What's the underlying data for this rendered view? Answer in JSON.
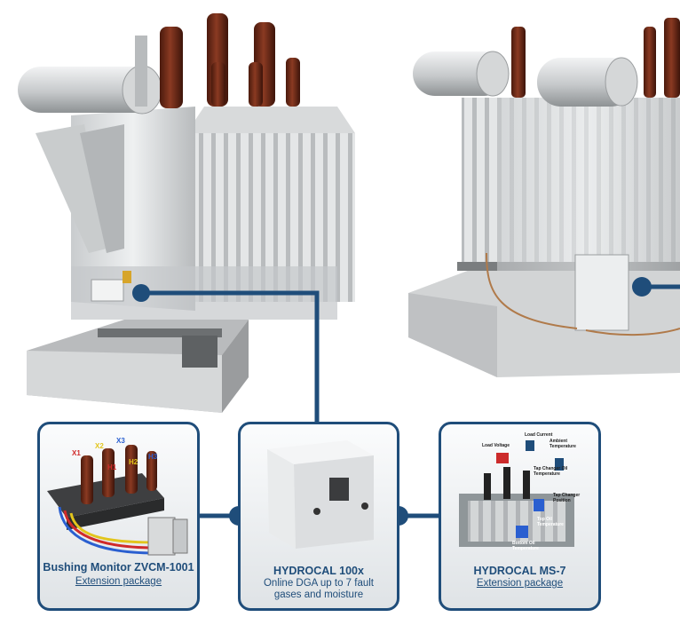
{
  "cards": {
    "bushing": {
      "title": "Bushing Monitor ZVCM-1001",
      "link": "Extension package"
    },
    "hydrocal100": {
      "title": "HYDROCAL 100x",
      "line1": "Online DGA up to 7 fault",
      "line2": "gases and moisture"
    },
    "ms7": {
      "title": "HYDROCAL MS-7",
      "link": "Extension package"
    }
  },
  "bushing_labels": {
    "x1": "X1",
    "x2": "X2",
    "x3": "X3",
    "h1": "H1",
    "h2": "H2",
    "h3": "H3"
  },
  "ms7_labels": {
    "load_current": "Load Current",
    "load_voltage": "Load Voltage",
    "ambient_temperature": "Ambient Temperature",
    "tap_changer_oil_temperature": "Tap Changer Oil Temperature",
    "tap_changer_position": "Tap Changer Position",
    "top_oil_temperature": "Top Oil Temperature",
    "bottom_oil_temperature": "Bottom Oil Temperature"
  },
  "colors": {
    "brand_blue": "#1f4d7a",
    "bushing_brown": "#6b2a17"
  }
}
